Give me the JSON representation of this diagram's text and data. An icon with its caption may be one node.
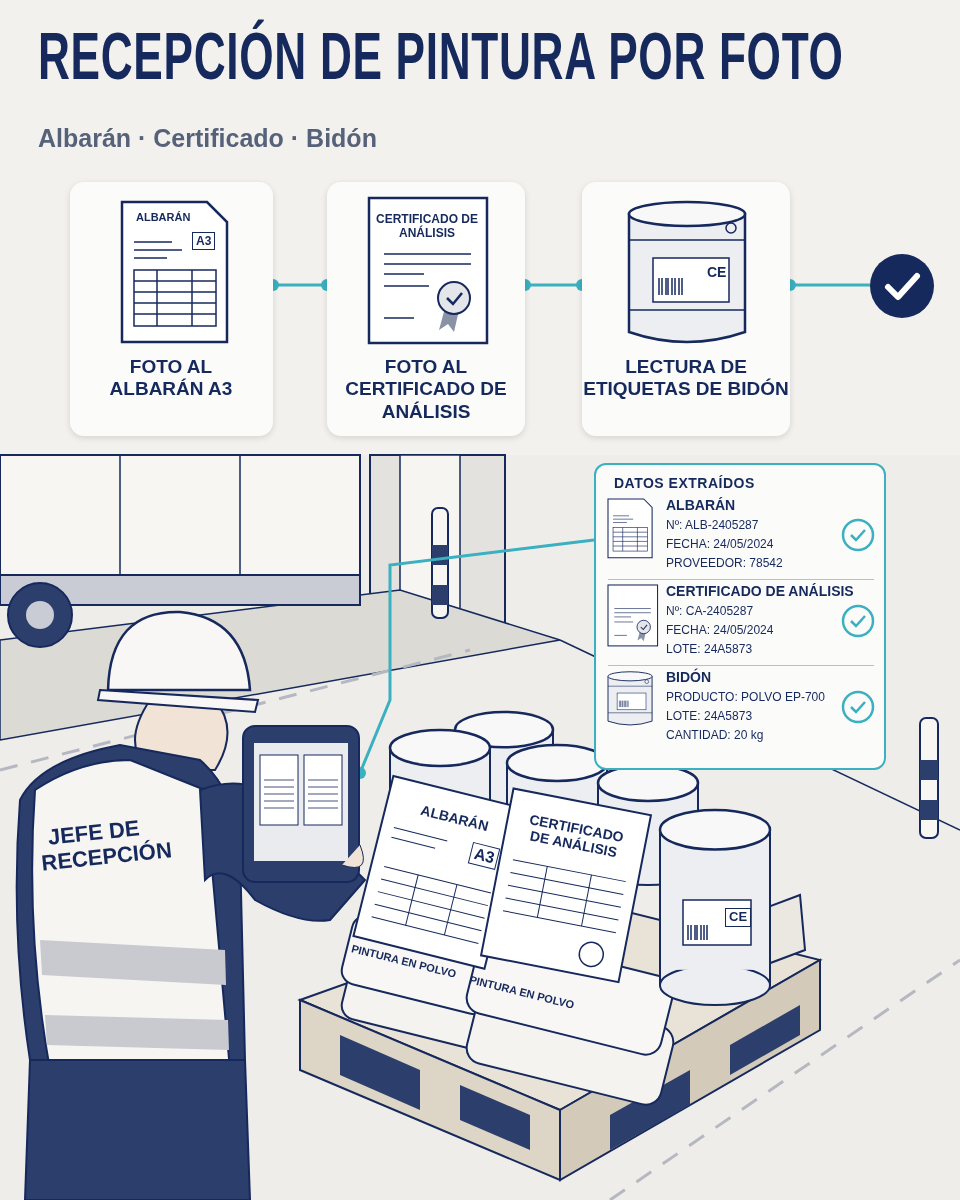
{
  "diagram": {
    "title": "RECEPCIÓN DE PINTURA POR FOTO",
    "nodes": [
      {
        "text": [
          "ALBARÁN",
          "A3",
          "FOTO AL ALBARÁN A3"
        ]
      },
      {
        "text": [
          "CERTIFICADO DE ANÁLISIS",
          "FOTO AL CERTIFICADO DE ANÁLISIS"
        ]
      },
      {
        "text": [
          "CE",
          "LECTURA DE ETIQUETAS DE BIDÓN"
        ]
      },
      {
        "text": [],
        "shape": "circle"
      },
      {
        "text": [
          "DATOS EXTRAÍDOS"
        ]
      },
      {
        "text": [
          "ALBARÁN",
          "Nº: ALB-2405287",
          "FECHA: 24/05/2024",
          "PROVEEDOR: 78542"
        ],
        "in": 4
      },
      {
        "text": [
          "CERTIFICADO DE ANÁLISIS",
          "Nº: CA-2405287",
          "FECHA: 24/05/2024",
          "LOTE: 24A5873"
        ],
        "in": 4
      },
      {
        "text": [
          "BIDÓN",
          "PRODUCTO: POLVO EP-700",
          "LOTE: 24A5873",
          "CANTIDAD: 20 kg"
        ],
        "in": 4
      },
      {
        "text": [],
        "shape": "picture"
      }
    ],
    "edges": [
      {
        "from": 0,
        "to": 1,
        "arrow": "other"
      },
      {
        "from": 1,
        "to": 2,
        "arrow": "other"
      },
      {
        "from": 2,
        "to": 3,
        "arrow": "other"
      },
      {
        "from": 8,
        "to": 4,
        "arrow": "other"
      }
    ],
    "labels": [
      "Albarán · Certificado · Bidón",
      "ALBARÁN",
      "A3",
      "CERTIFICADO DE ANÁLISIS",
      "JEFE DE RECEPCIÓN",
      "CE",
      "PINTURA EN POLVO",
      "PINTURA EN POLVO"
    ]
  }
}
